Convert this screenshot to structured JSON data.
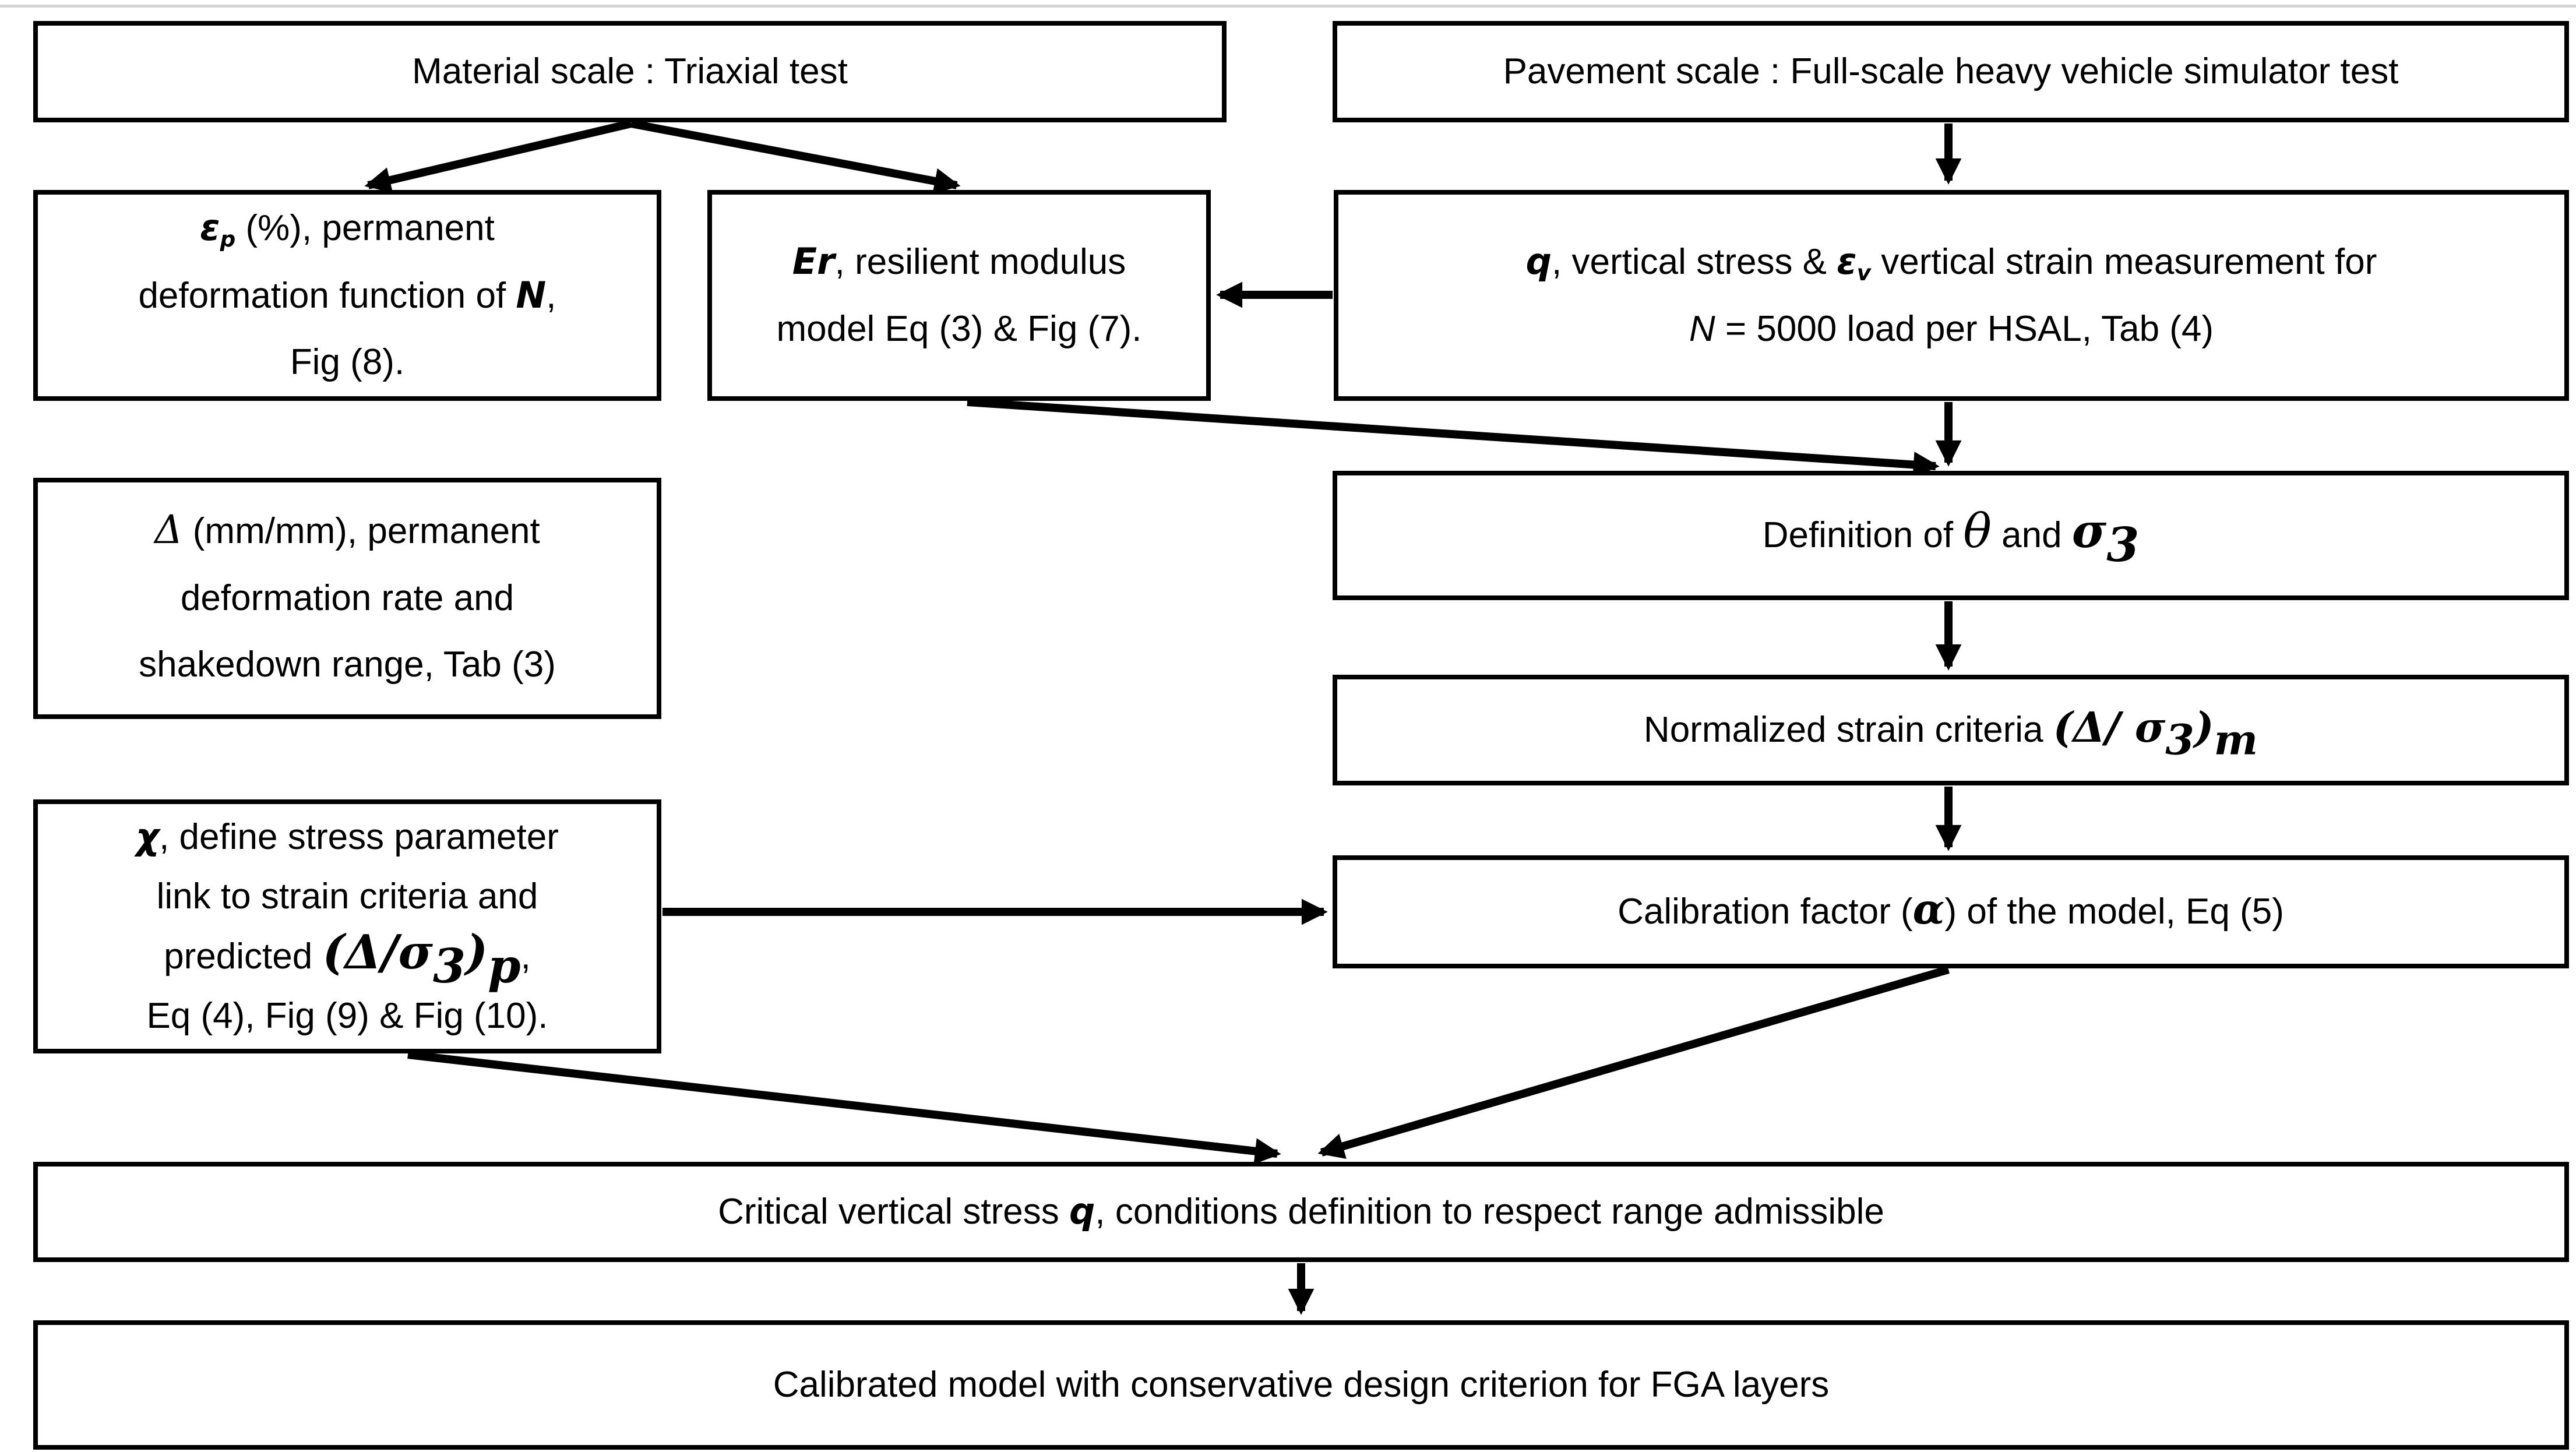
{
  "diagram": {
    "background_color": "#ffffff",
    "box_border_color": "#000000",
    "arrow_color": "#000000",
    "frame_line_color": "#d4d4d4",
    "boxes": {
      "material_scale": {
        "label": "Material scale : Triaxial test",
        "segments": [
          {
            "t": "Material scale : Triaxial test"
          }
        ]
      },
      "pavement_scale": {
        "label": "Pavement scale : Full-scale heavy vehicle simulator test",
        "segments": [
          {
            "t": "Pavement scale : Full-scale heavy vehicle simulator test"
          }
        ]
      },
      "permanent_deformation": {
        "label": "εp (%), permanent deformation function of N, Fig (8).",
        "segments": [
          {
            "t": "ε",
            "s": "bi"
          },
          {
            "t": "p",
            "s": "bi",
            "sub": true
          },
          {
            "t": " (%),  permanent"
          },
          {
            "br": true
          },
          {
            "t": "deformation function of "
          },
          {
            "t": "N",
            "s": "bi"
          },
          {
            "t": ","
          },
          {
            "br": true
          },
          {
            "t": "Fig (8)."
          }
        ]
      },
      "resilient_modulus": {
        "label": "Er, resilient modulus model Eq (3) & Fig (7).",
        "segments": [
          {
            "t": "Er",
            "s": "bi"
          },
          {
            "t": ", resilient modulus"
          },
          {
            "br": true
          },
          {
            "t": "model Eq (3) & Fig (7)."
          }
        ]
      },
      "stress_strain_measurement": {
        "label": "q, vertical stress & εv vertical strain measurement for N = 5000 load per HSAL, Tab (4)",
        "segments": [
          {
            "t": "q",
            "s": "bi"
          },
          {
            "t": ", vertical stress  & "
          },
          {
            "t": "ε",
            "s": "bi"
          },
          {
            "t": "v",
            "s": "bi",
            "sub": true
          },
          {
            "t": " vertical strain measurement  for"
          },
          {
            "br": true
          },
          {
            "t": "N",
            "s": "i"
          },
          {
            "t": " = 5000 load per HSAL, Tab (4)"
          }
        ]
      },
      "deformation_rate": {
        "label": "Δ (mm/mm), permanent deformation rate and shakedown range, Tab (3)",
        "segments": [
          {
            "t": "Δ",
            "s": "sd"
          },
          {
            "t": " (mm/mm), permanent"
          },
          {
            "br": true
          },
          {
            "t": "deformation rate and"
          },
          {
            "br": true
          },
          {
            "t": "shakedown range, Tab (3)"
          }
        ]
      },
      "definition_theta_sigma": {
        "label": "Definition of θ and σ3",
        "segments": [
          {
            "t": "Definition of  "
          },
          {
            "t": "θ",
            "s": "th"
          },
          {
            "t": " and "
          },
          {
            "t": "σ",
            "s": "mlg"
          },
          {
            "t": "3",
            "s": "mlg",
            "sub": true
          }
        ]
      },
      "normalized_strain_criteria": {
        "label": "Normalized strain criteria (Δ/ σ3)m",
        "segments": [
          {
            "t": "Normalized strain criteria "
          },
          {
            "t": "(Δ/ σ",
            "s": "m"
          },
          {
            "t": "3",
            "s": "m",
            "sub": true
          },
          {
            "t": ")",
            "s": "m"
          },
          {
            "t": "m",
            "s": "m",
            "sub": true
          }
        ]
      },
      "stress_parameter": {
        "label": "χ, define stress parameter link to strain criteria and predicted (Δ/σ3)p, Eq (4), Fig (9) & Fig (10).",
        "segments": [
          {
            "t": "χ",
            "s": "bi"
          },
          {
            "t": ", define stress parameter"
          },
          {
            "br": true
          },
          {
            "t": "link to strain criteria and"
          },
          {
            "br": true
          },
          {
            "t": "predicted "
          },
          {
            "t": "(Δ/σ",
            "s": "mlg"
          },
          {
            "t": "3",
            "s": "mlg",
            "sub": true
          },
          {
            "t": ")",
            "s": "mlg"
          },
          {
            "t": "p",
            "s": "mlg",
            "sub": true
          },
          {
            "t": ","
          },
          {
            "br": true
          },
          {
            "t": "Eq (4), Fig (9) & Fig (10)."
          }
        ]
      },
      "calibration_factor": {
        "label": "Calibration factor (α) of the model, Eq (5)",
        "segments": [
          {
            "t": "Calibration factor ("
          },
          {
            "t": "α",
            "s": "m"
          },
          {
            "t": ") of the model, Eq (5)"
          }
        ]
      },
      "critical_vertical_stress": {
        "label": "Critical vertical stress q, conditions definition to respect range admissible",
        "segments": [
          {
            "t": "Critical vertical stress "
          },
          {
            "t": "q",
            "s": "bi"
          },
          {
            "t": ", conditions definition to respect range admissible"
          }
        ]
      },
      "calibrated_model": {
        "label": "Calibrated model with conservative design criterion for FGA layers",
        "segments": [
          {
            "t": "Calibrated model with conservative design criterion for FGA layers"
          }
        ]
      }
    }
  }
}
